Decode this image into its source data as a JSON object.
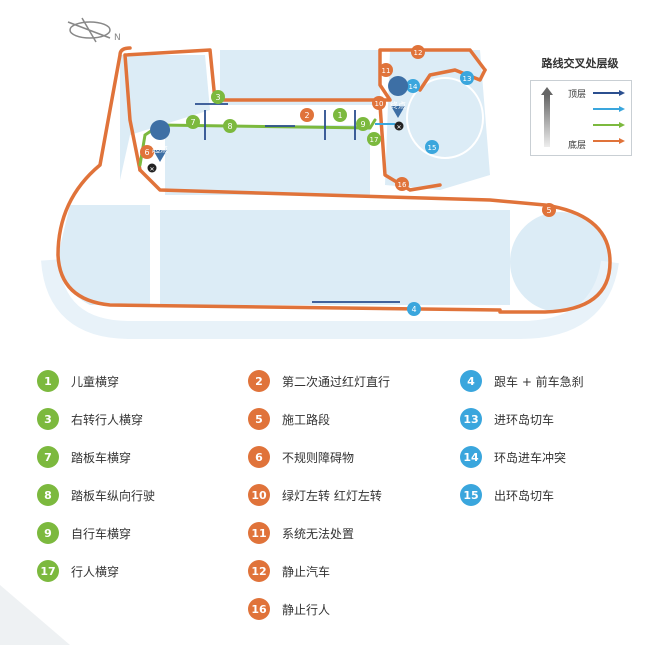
{
  "legend": {
    "title": "路线交叉处层级",
    "top_label": "顶层",
    "bottom_label": "底层",
    "colors": [
      "#2b4f8f",
      "#3aa6dd",
      "#7cb93e",
      "#e0733a"
    ]
  },
  "pins": {
    "start_label": "起点",
    "end_label": "终点"
  },
  "colors": {
    "green": "#7cb93e",
    "orange": "#e0733a",
    "blue": "#3aa6dd",
    "navy": "#2b4f8f",
    "water": "#dcecf6"
  },
  "markers": [
    {
      "num": "1",
      "color": "green"
    },
    {
      "num": "2",
      "color": "orange"
    },
    {
      "num": "3",
      "color": "green"
    },
    {
      "num": "4",
      "color": "blue"
    },
    {
      "num": "5",
      "color": "orange"
    },
    {
      "num": "6",
      "color": "orange"
    },
    {
      "num": "7",
      "color": "green"
    },
    {
      "num": "8",
      "color": "green"
    },
    {
      "num": "9",
      "color": "green"
    },
    {
      "num": "10",
      "color": "orange"
    },
    {
      "num": "11",
      "color": "orange"
    },
    {
      "num": "12",
      "color": "orange"
    },
    {
      "num": "13",
      "color": "blue"
    },
    {
      "num": "14",
      "color": "blue"
    },
    {
      "num": "15",
      "color": "blue"
    },
    {
      "num": "16",
      "color": "orange"
    },
    {
      "num": "17",
      "color": "green"
    }
  ],
  "key": {
    "col1": [
      {
        "num": "1",
        "text": "儿童横穿"
      },
      {
        "num": "3",
        "text": "右转行人横穿"
      },
      {
        "num": "7",
        "text": "踏板车横穿"
      },
      {
        "num": "8",
        "text": "踏板车纵向行驶"
      },
      {
        "num": "9",
        "text": "自行车横穿"
      },
      {
        "num": "17",
        "text": "行人横穿"
      }
    ],
    "col2": [
      {
        "num": "2",
        "text": "第二次通过红灯直行"
      },
      {
        "num": "5",
        "text": "施工路段"
      },
      {
        "num": "6",
        "text": "不规则障碍物"
      },
      {
        "num": "10",
        "text": "绿灯左转 红灯左转"
      },
      {
        "num": "11",
        "text": "系统无法处置"
      },
      {
        "num": "12",
        "text": "静止汽车"
      },
      {
        "num": "16",
        "text": "静止行人"
      }
    ],
    "col3": [
      {
        "num": "4",
        "text": "跟车 + 前车急刹"
      },
      {
        "num": "13",
        "text": "进环岛切车"
      },
      {
        "num": "14",
        "text": "环岛进车冲突"
      },
      {
        "num": "15",
        "text": "出环岛切车"
      }
    ]
  }
}
